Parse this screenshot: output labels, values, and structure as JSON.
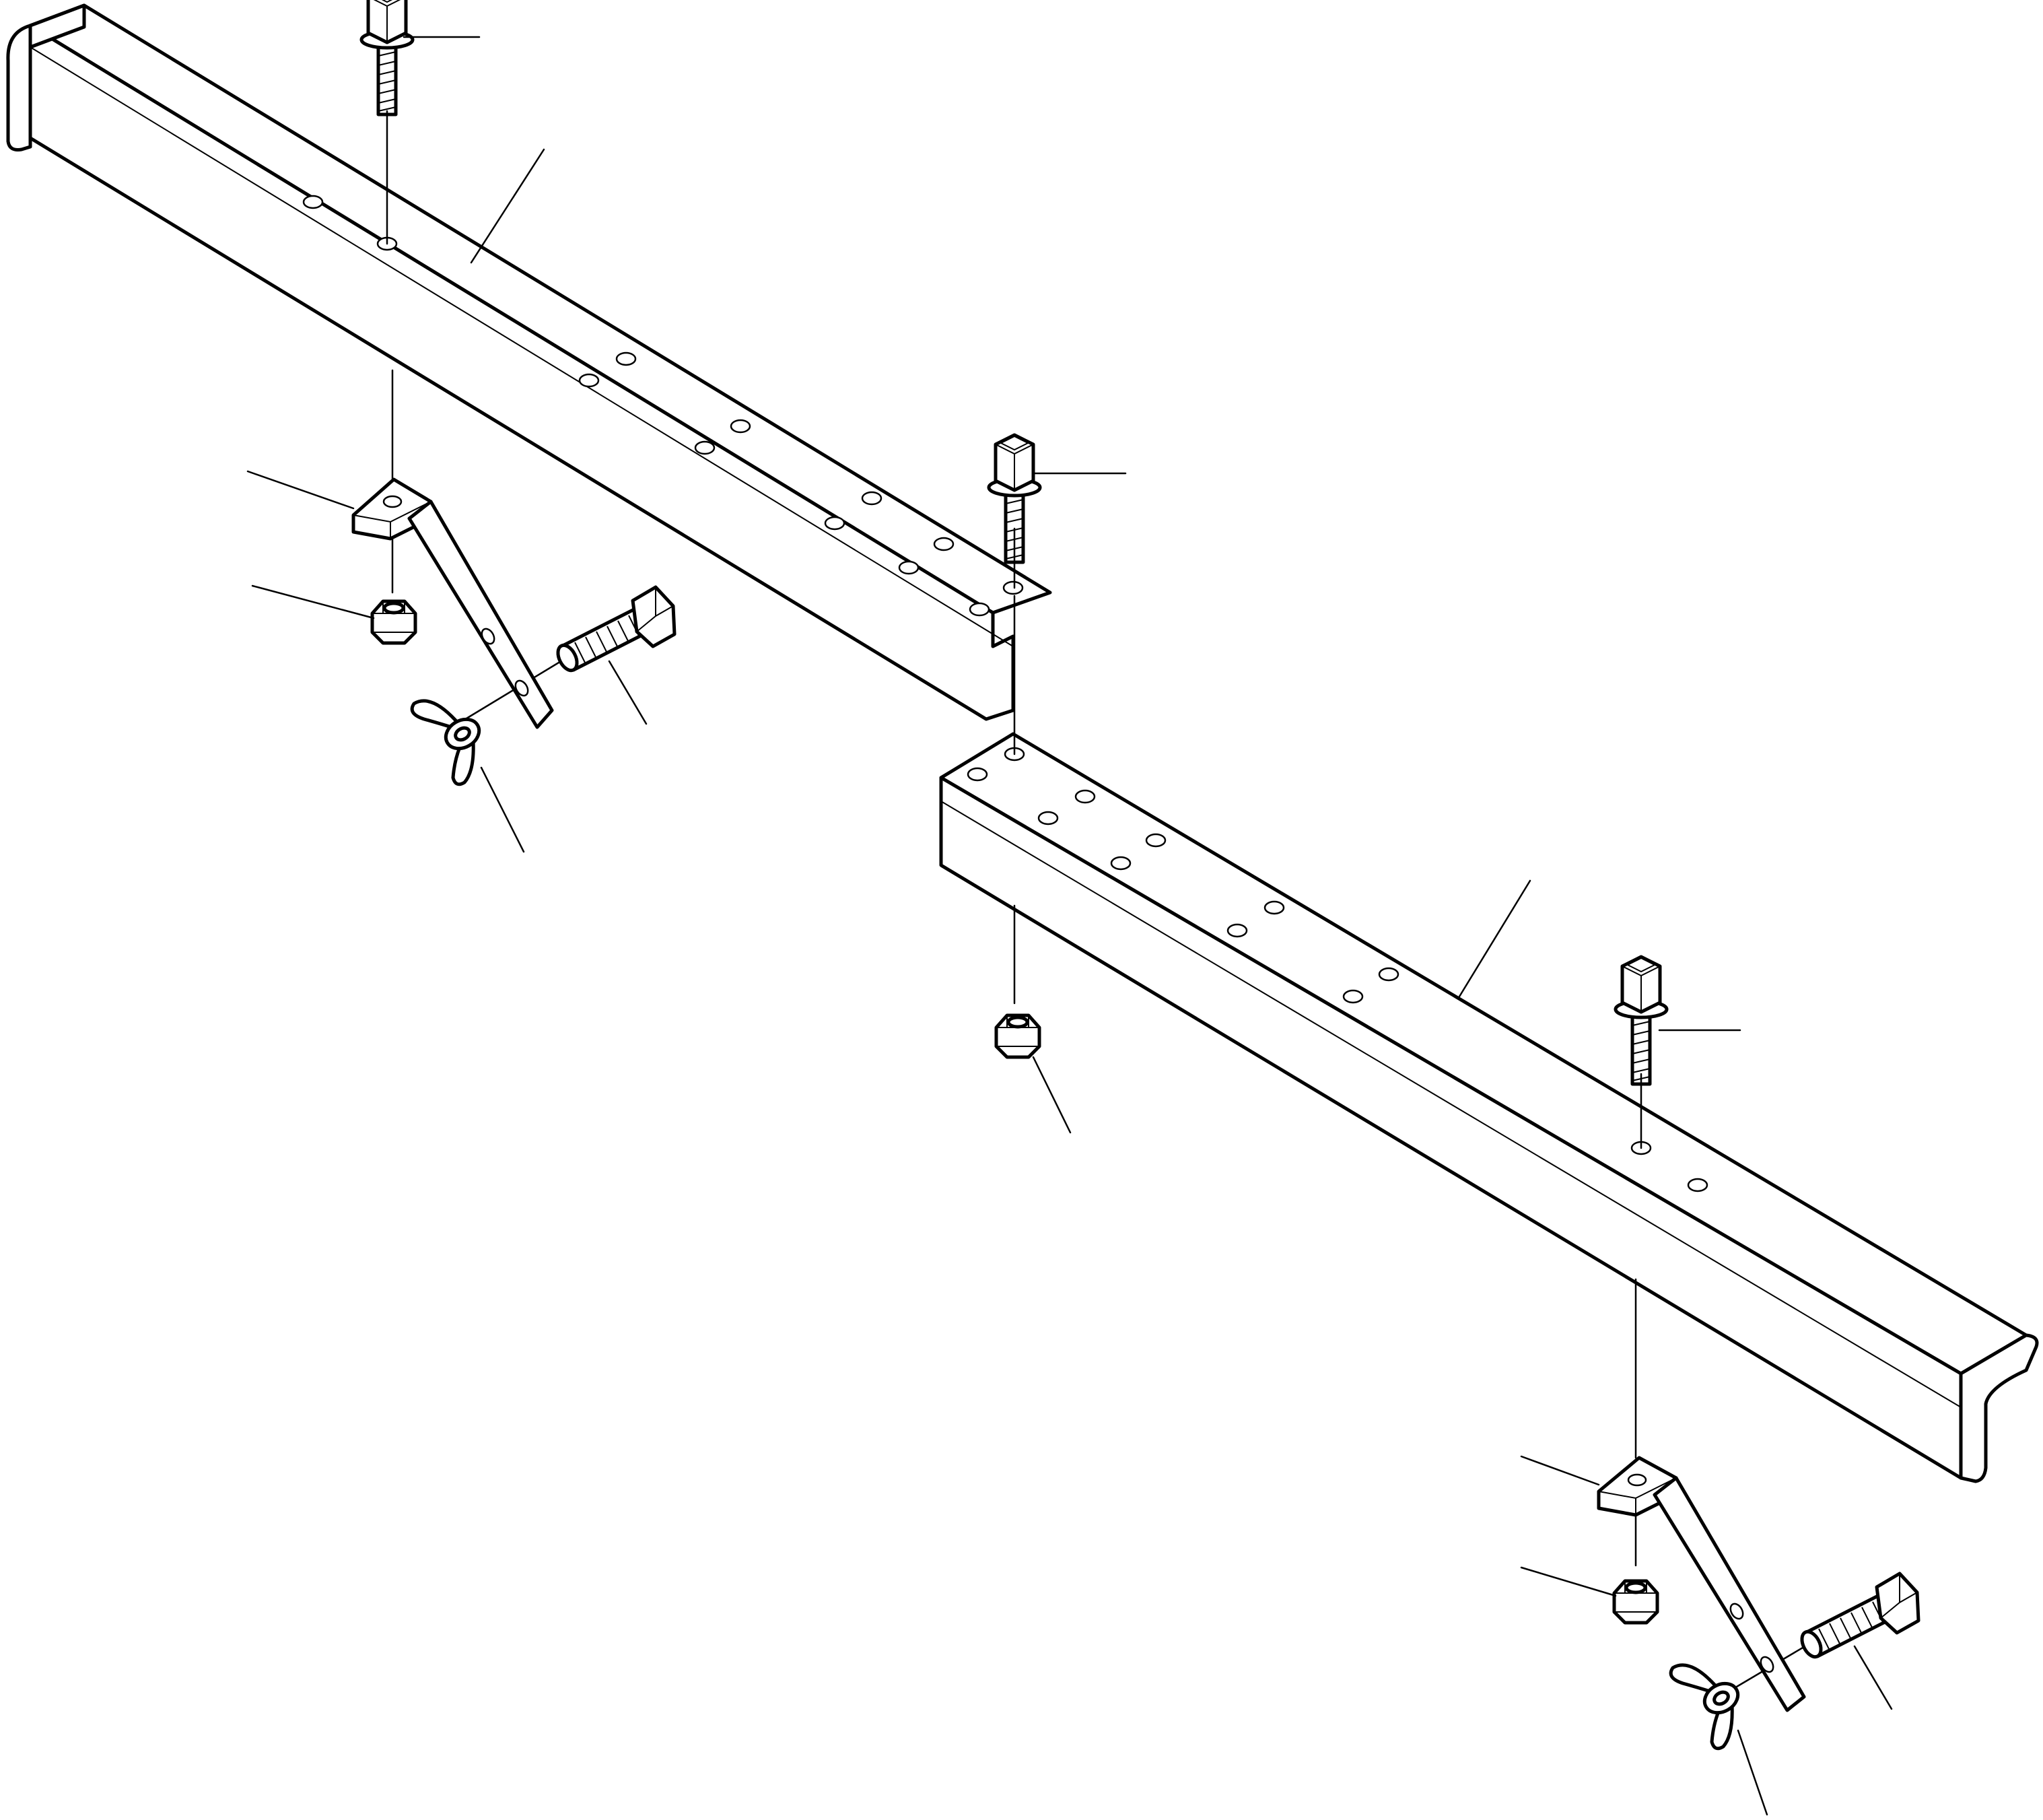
{
  "drawing": {
    "line_color": "#000000",
    "background_color": "#ffffff",
    "parts": [
      {
        "name": "angle-bar-upper",
        "icon": "angle-bar"
      },
      {
        "name": "angle-bar-lower",
        "icon": "angle-bar"
      },
      {
        "name": "flange-bolt",
        "icon": "flange-bolt",
        "count": 3
      },
      {
        "name": "hex-bolt",
        "icon": "hex-bolt",
        "count": 2
      },
      {
        "name": "hex-nut",
        "icon": "hex-nut",
        "count": 3
      },
      {
        "name": "wing-nut",
        "icon": "wing-nut",
        "count": 2
      },
      {
        "name": "stay-bracket",
        "icon": "bent-strap",
        "count": 2
      }
    ]
  }
}
